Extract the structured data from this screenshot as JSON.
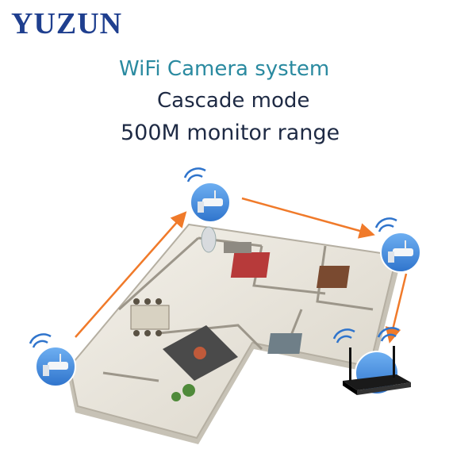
{
  "brand": {
    "name": "YUZUN",
    "color": "#1f3f8f"
  },
  "headline": {
    "line1": "WiFi Camera system",
    "line2": "Cascade mode",
    "line3": "500M monitor range",
    "line1_color": "#2a8aa0",
    "line2_color": "#1e2a44"
  },
  "illustration": {
    "cameras": [
      "camera-left",
      "camera-top",
      "camera-right"
    ],
    "receiver": "nvr-receiver",
    "arrow_color": "#f07a2a",
    "bubble_color": "#4a8ee0",
    "icons": [
      "wifi-signal-icon",
      "camera-icon",
      "router-icon"
    ]
  }
}
